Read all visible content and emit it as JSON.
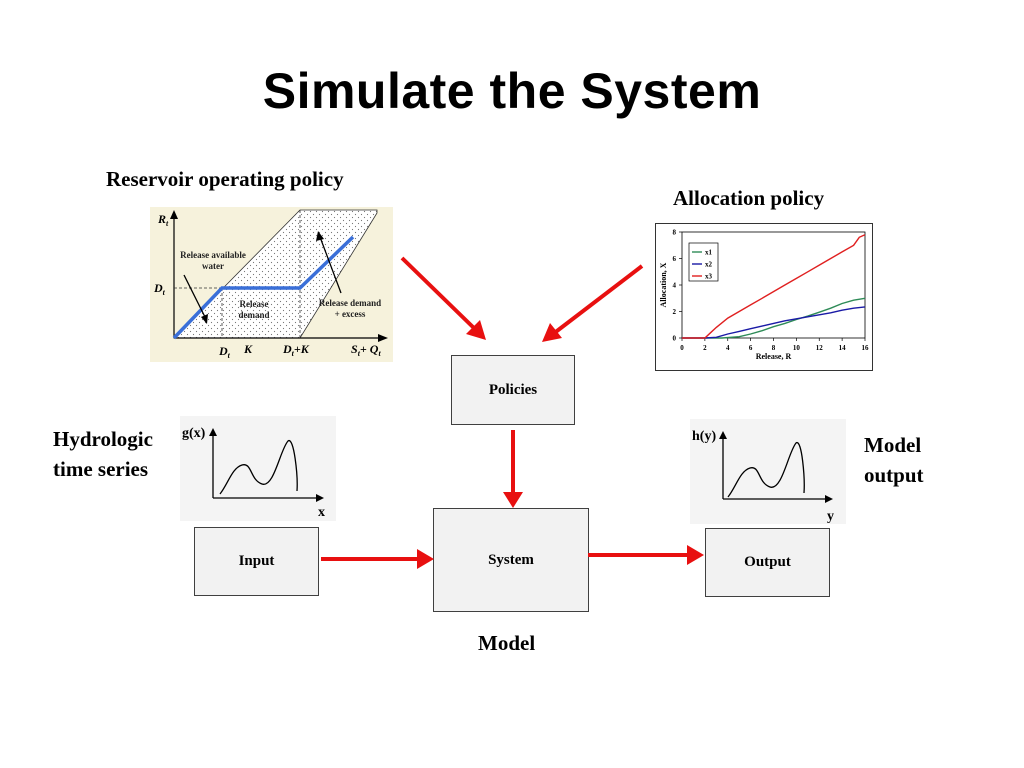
{
  "slide": {
    "title": "Simulate the System"
  },
  "labels": {
    "reservoir_policy": "Reservoir operating policy",
    "allocation_policy": "Allocation policy",
    "hydrologic_line1": "Hydrologic",
    "hydrologic_line2": "time series",
    "model_output_line1": "Model",
    "model_output_line2": "output",
    "model": "Model"
  },
  "boxes": {
    "policies": "Policies",
    "system": "System",
    "input": "Input",
    "output": "Output"
  },
  "reservoir_chart": {
    "y_axis_label": "R",
    "y_axis_sub": "t",
    "d_label": "D",
    "d_sub": "t",
    "release_available": "Release available",
    "release_available2": "water",
    "release_demand": "Release",
    "release_demand2": "demand",
    "release_excess": "Release demand",
    "release_excess2": "+ excess",
    "tick_dt": "D",
    "tick_dt_sub": "t",
    "tick_k": "K",
    "tick_dtk": "D",
    "tick_dtk_sub": "t",
    "tick_dtk_suffix": "+K",
    "tick_sq": "S",
    "tick_sq_sub": "t",
    "tick_sq_mid": "+ Q",
    "tick_sq_sub2": "t",
    "line_color": "#3a6fd8",
    "bg_color": "#f6f2dc"
  },
  "input_plot": {
    "ylabel": "g(x)",
    "xlabel": "x"
  },
  "output_plot": {
    "ylabel": "h(y)",
    "xlabel": "y"
  },
  "arrow_color": "#e81010",
  "chart_data": {
    "type": "line",
    "title": "",
    "xlabel": "Release, R",
    "ylabel": "Allocation, X",
    "xlim": [
      0,
      16
    ],
    "ylim": [
      0,
      8
    ],
    "xticks": [
      "0",
      "2",
      "4",
      "6",
      "8",
      "10",
      "12",
      "14",
      "16"
    ],
    "yticks": [
      "0",
      "2",
      "4",
      "6",
      "8"
    ],
    "legend_position": "top-left",
    "series": [
      {
        "name": "x1",
        "color": "#2e8b57",
        "x": [
          0,
          2,
          3.5,
          5,
          6,
          7,
          8,
          9,
          10,
          11,
          12,
          13,
          14,
          15,
          16
        ],
        "y": [
          0,
          0,
          0,
          0.1,
          0.3,
          0.55,
          0.85,
          1.1,
          1.4,
          1.65,
          1.95,
          2.25,
          2.6,
          2.85,
          3.0
        ]
      },
      {
        "name": "x2",
        "color": "#1a1aa6",
        "x": [
          0,
          2,
          3,
          4,
          5,
          6,
          7,
          8,
          9,
          10,
          11,
          12,
          13,
          14,
          15,
          16
        ],
        "y": [
          0,
          0,
          0.05,
          0.3,
          0.5,
          0.7,
          0.9,
          1.1,
          1.3,
          1.45,
          1.6,
          1.75,
          1.9,
          2.1,
          2.25,
          2.35
        ]
      },
      {
        "name": "x3",
        "color": "#e02020",
        "x": [
          0,
          2,
          2.5,
          3,
          4,
          5,
          6,
          7,
          8,
          9,
          10,
          11,
          12,
          13,
          14,
          15,
          15.5,
          16
        ],
        "y": [
          0,
          0,
          0.4,
          0.8,
          1.5,
          2.0,
          2.5,
          3.0,
          3.5,
          4.0,
          4.5,
          5.0,
          5.5,
          6.0,
          6.5,
          7.0,
          7.6,
          7.8
        ]
      }
    ]
  }
}
